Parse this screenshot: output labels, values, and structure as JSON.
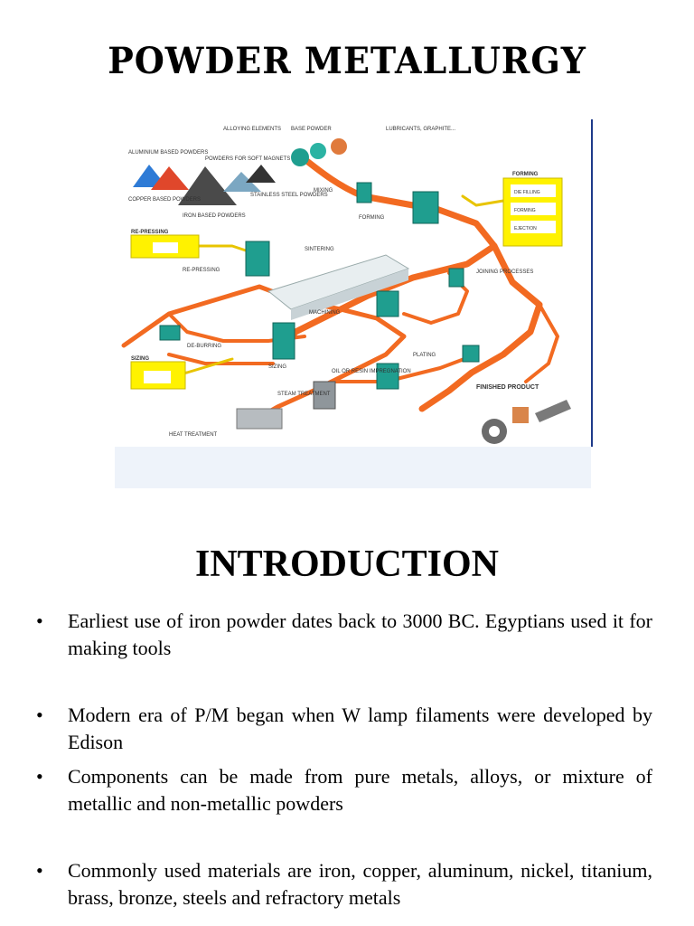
{
  "page": {
    "title": "POWDER METALLURGY",
    "heading": "INTRODUCTION"
  },
  "diagram": {
    "labels": {
      "alloying": "ALLOYING ELEMENTS",
      "base_powder": "BASE POWDER",
      "lubricants": "LUBRICANTS, GRAPHITE...",
      "aluminium": "ALUMINIUM BASED POWDERS",
      "soft_magnets": "POWDERS FOR SOFT MAGNETS",
      "copper": "COPPER BASED POWDERS",
      "iron": "IRON BASED POWDERS",
      "stainless": "STAINLESS STEEL POWDERS",
      "mixing": "MIXING",
      "forming": "FORMING",
      "forming_box": "FORMING",
      "die_filling": "DIE FILLING",
      "compaction": "FORMING",
      "ejection": "EJECTION",
      "re_pressing_box": "RE-PRESSING",
      "re_pressing": "RE-PRESSING",
      "sintering": "SINTERING",
      "joining": "JOINING PROCESSES",
      "machining": "MACHINING",
      "de_burring": "DE-BURRING",
      "sizing_box": "SIZING",
      "sizing": "SIZING",
      "plating": "PLATING",
      "oil_resin": "OIL OR RESIN IMPREGNATION",
      "steam": "STEAM TREATMENT",
      "finished": "FINISHED PRODUCT",
      "heat": "HEAT TREATMENT"
    },
    "colors": {
      "flow": "#f26a21",
      "machine": "#1f9e8f",
      "callout": "#fff200",
      "frame": "#1e3a8a"
    }
  },
  "bullets": [
    "Earliest use of iron powder dates back to 3000 BC.  Egyptians used it for making tools",
    "Modern era of P/M began when W lamp filaments were developed by Edison",
    "Components can be made from pure metals, alloys, or mixture of metallic and non-metallic powders",
    "Commonly used materials are iron, copper, aluminum, nickel, titanium, brass, bronze, steels and refractory metals"
  ],
  "bullet_symbol": "•"
}
